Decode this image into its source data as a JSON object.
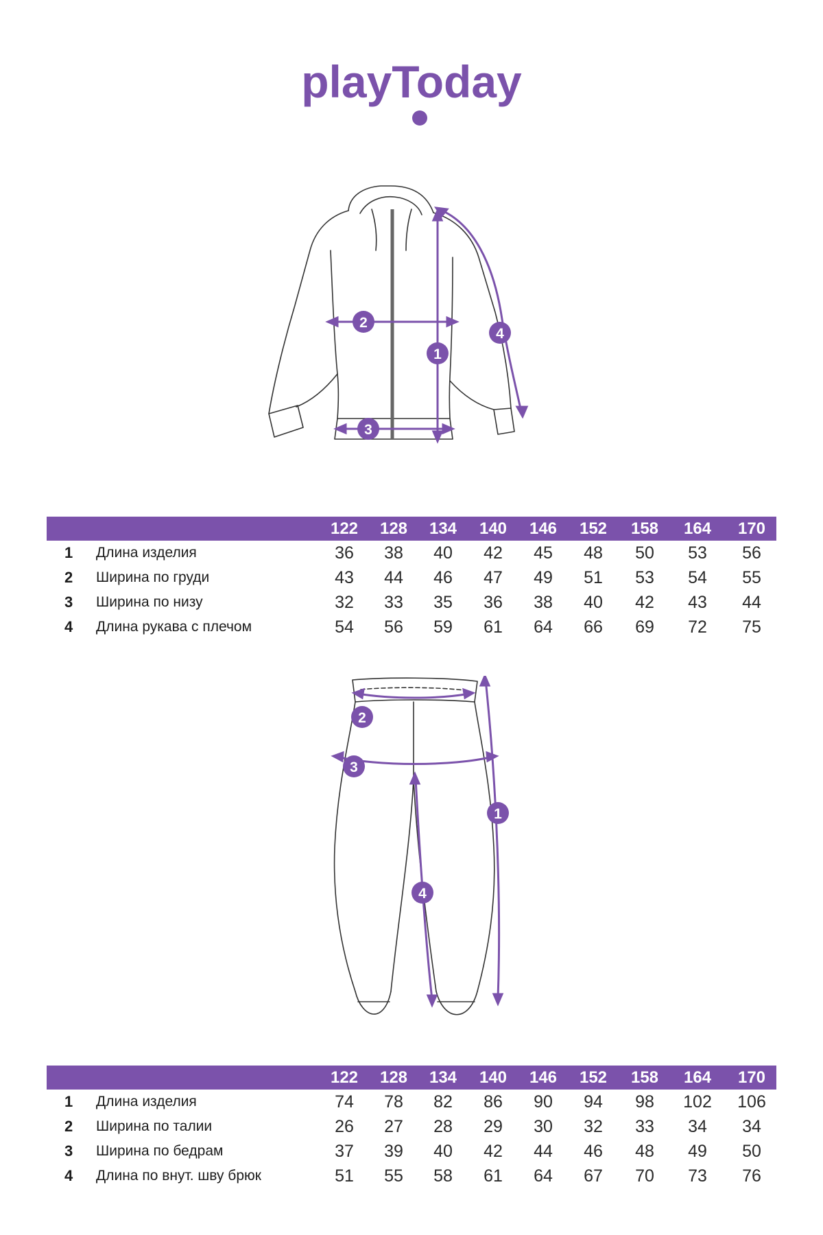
{
  "brand": {
    "name": "playToday",
    "color": "#7b52ab"
  },
  "jacket_diagram": {
    "markers": [
      "1",
      "2",
      "3",
      "4"
    ]
  },
  "jacket_table": {
    "sizes": [
      "122",
      "128",
      "134",
      "140",
      "146",
      "152",
      "158",
      "164",
      "170"
    ],
    "rows": [
      {
        "num": "1",
        "label": "Длина изделия",
        "values": [
          "36",
          "38",
          "40",
          "42",
          "45",
          "48",
          "50",
          "53",
          "56"
        ]
      },
      {
        "num": "2",
        "label": "Ширина по груди",
        "values": [
          "43",
          "44",
          "46",
          "47",
          "49",
          "51",
          "53",
          "54",
          "55"
        ]
      },
      {
        "num": "3",
        "label": "Ширина по низу",
        "values": [
          "32",
          "33",
          "35",
          "36",
          "38",
          "40",
          "42",
          "43",
          "44"
        ]
      },
      {
        "num": "4",
        "label": "Длина рукава с плечом",
        "values": [
          "54",
          "56",
          "59",
          "61",
          "64",
          "66",
          "69",
          "72",
          "75"
        ]
      }
    ]
  },
  "pants_diagram": {
    "markers": [
      "2",
      "3",
      "1",
      "4"
    ]
  },
  "pants_table": {
    "sizes": [
      "122",
      "128",
      "134",
      "140",
      "146",
      "152",
      "158",
      "164",
      "170"
    ],
    "rows": [
      {
        "num": "1",
        "label": "Длина изделия",
        "values": [
          "74",
          "78",
          "82",
          "86",
          "90",
          "94",
          "98",
          "102",
          "106"
        ]
      },
      {
        "num": "2",
        "label": "Ширина по талии",
        "values": [
          "26",
          "27",
          "28",
          "29",
          "30",
          "32",
          "33",
          "34",
          "34"
        ]
      },
      {
        "num": "3",
        "label": "Ширина по бедрам",
        "values": [
          "37",
          "39",
          "40",
          "42",
          "44",
          "46",
          "48",
          "49",
          "50"
        ]
      },
      {
        "num": "4",
        "label": "Длина по внут. шву брюк",
        "values": [
          "51",
          "55",
          "58",
          "61",
          "64",
          "67",
          "70",
          "73",
          "76"
        ]
      }
    ]
  }
}
